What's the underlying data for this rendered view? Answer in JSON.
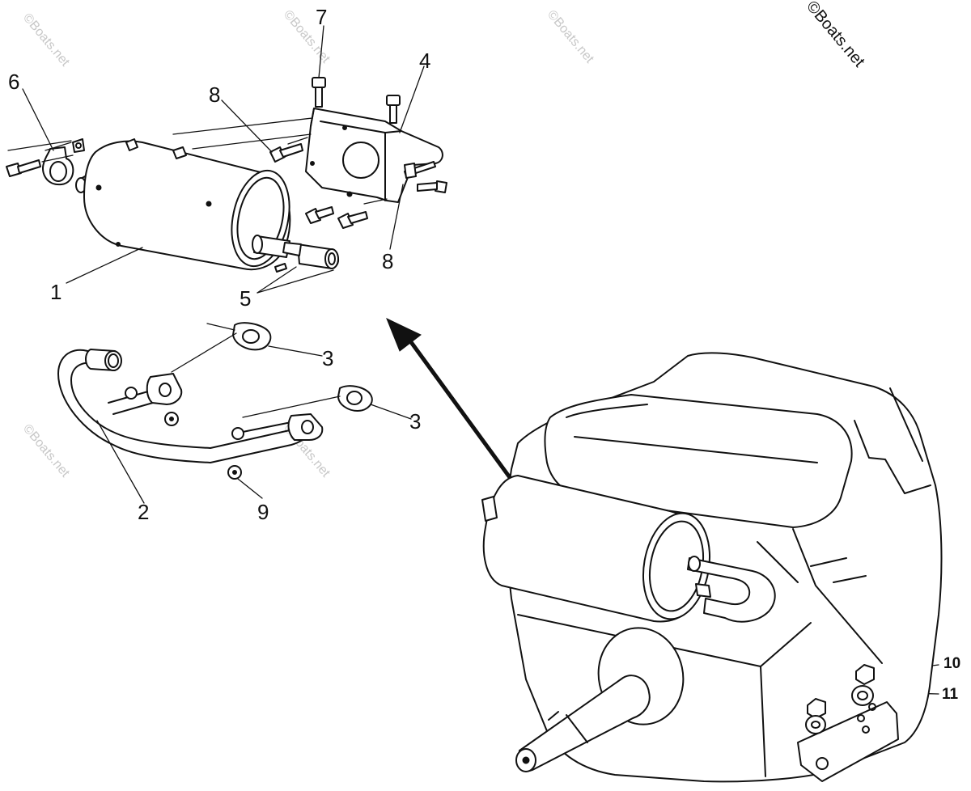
{
  "copyright": "©Boats.net",
  "watermark": "©Boats.net",
  "callouts": {
    "c1": "1",
    "c2": "2",
    "c3a": "3",
    "c3b": "3",
    "c4": "4",
    "c5": "5",
    "c6": "6",
    "c7": "7",
    "c8a": "8",
    "c8b": "8",
    "c9": "9",
    "c10": "10",
    "c11": "11"
  }
}
